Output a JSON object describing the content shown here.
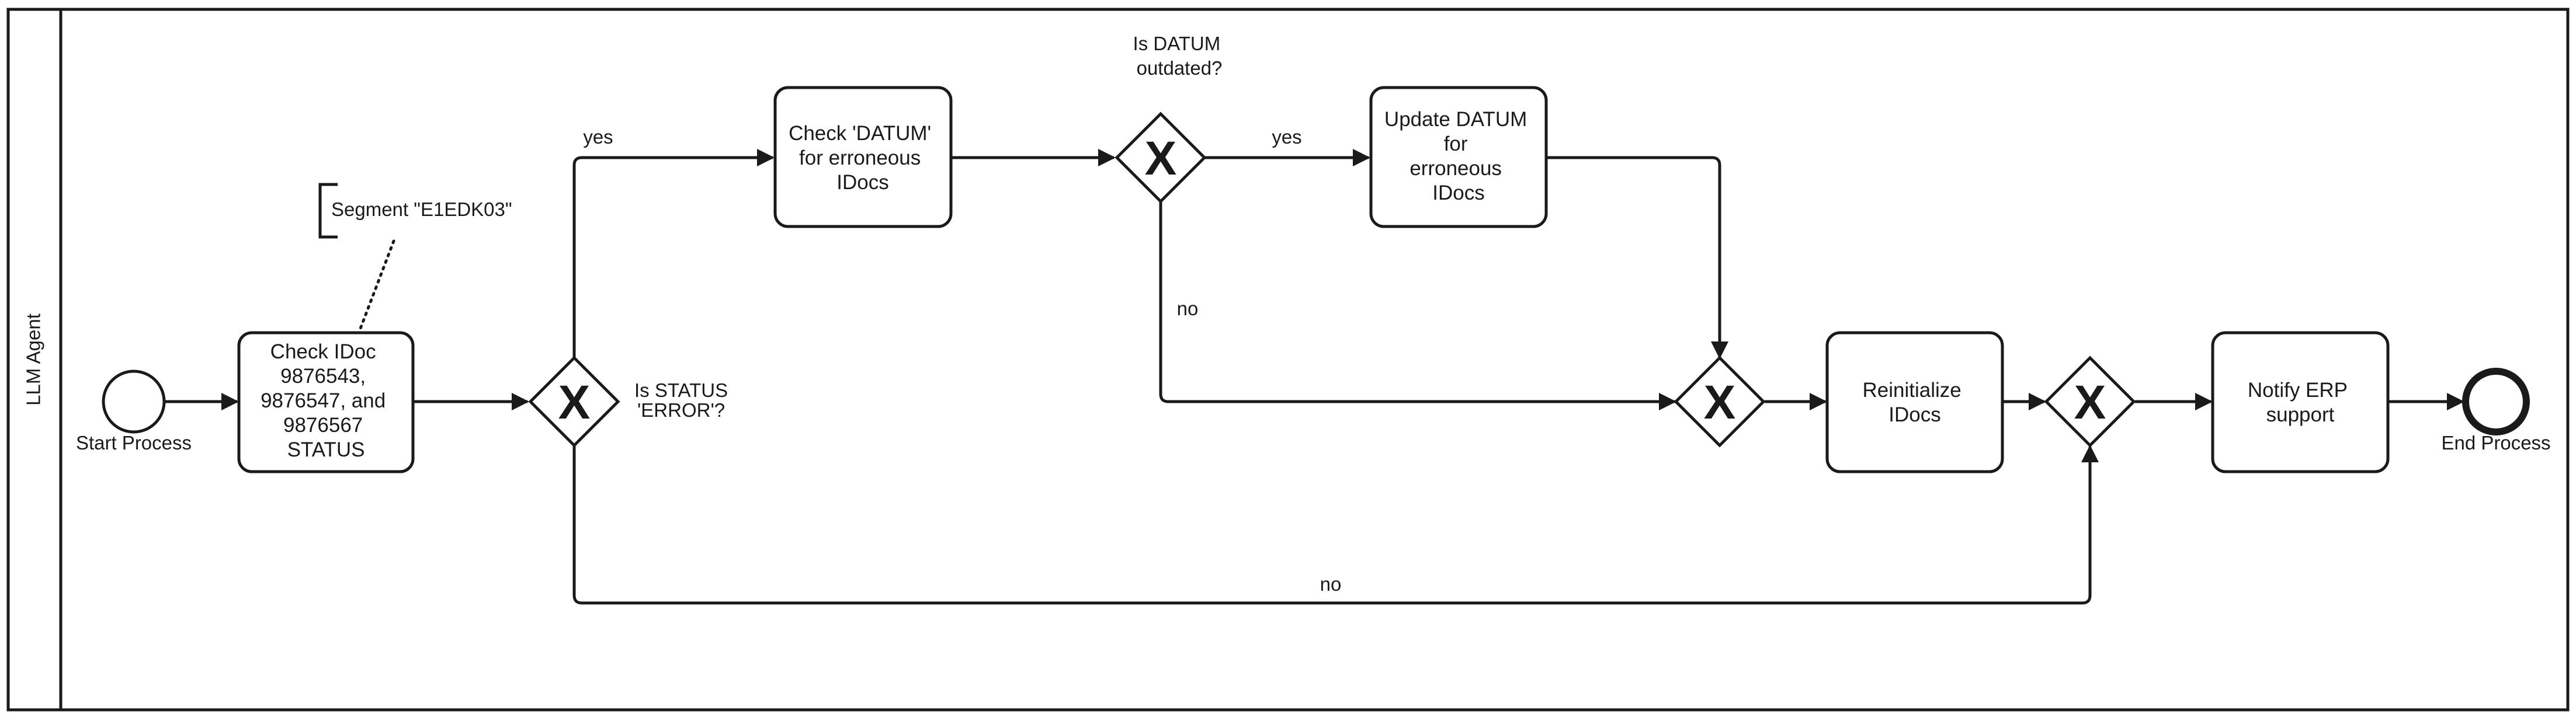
{
  "pool": {
    "lane_label": "LLM Agent"
  },
  "events": {
    "start": "Start Process",
    "end": "End Process"
  },
  "annotation": {
    "text": "Segment \"E1EDK03\""
  },
  "tasks": {
    "check_status": [
      "Check IDoc",
      "9876543,",
      "9876547, and",
      "9876567",
      "STATUS"
    ],
    "check_datum": [
      "Check 'DATUM'",
      "for erroneous",
      "IDocs"
    ],
    "update_datum": [
      "Update DATUM",
      "for",
      "erroneous",
      "IDocs"
    ],
    "reinitialize": [
      "Reinitialize",
      "IDocs"
    ],
    "notify": [
      "Notify ERP",
      "support"
    ]
  },
  "gateways": {
    "status_error": {
      "marker": "X",
      "question": [
        "Is STATUS",
        "'ERROR'?"
      ]
    },
    "datum_outdated": {
      "marker": "X",
      "question": [
        "Is DATUM",
        "outdated?"
      ]
    },
    "merge_1": {
      "marker": "X"
    },
    "merge_2": {
      "marker": "X"
    }
  },
  "flow_labels": {
    "status_yes": "yes",
    "status_no": "no",
    "datum_yes": "yes",
    "datum_no": "no"
  },
  "colors": {
    "stroke": "#1a1a1a",
    "background": "#ffffff"
  }
}
